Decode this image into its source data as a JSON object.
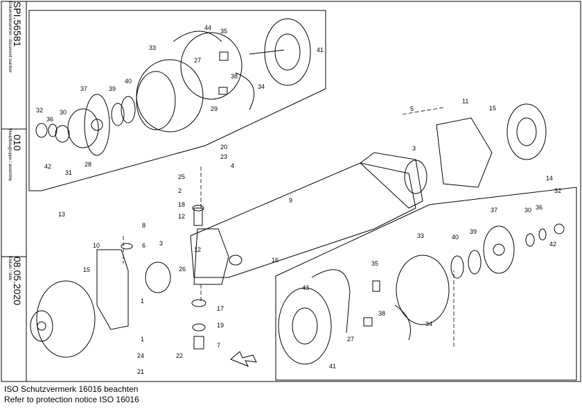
{
  "sidebar": {
    "document_number": "SPI.56581",
    "document_number_caption": "Dokumentnummer / document number",
    "main_group": "010",
    "main_group_caption": "Hauptbaugruppe / assembly",
    "date": "08.05.2020",
    "date_caption": "Datum / date"
  },
  "footer": {
    "line1": "ISO Schutzvermerk 16016 beachten",
    "line2": "Refer to protection notice ISO 16016"
  },
  "part_labels": [
    "44",
    "35",
    "33",
    "27",
    "41",
    "38",
    "37",
    "39",
    "40",
    "34",
    "32",
    "36",
    "30",
    "29",
    "42",
    "31",
    "28",
    "5",
    "11",
    "15",
    "20",
    "23",
    "4",
    "3",
    "25",
    "2",
    "18",
    "12",
    "9",
    "14",
    "13",
    "8",
    "6",
    "10",
    "26",
    "16",
    "1",
    "17",
    "19",
    "7",
    "24",
    "21",
    "22",
    "43",
    "42",
    "39",
    "40"
  ]
}
